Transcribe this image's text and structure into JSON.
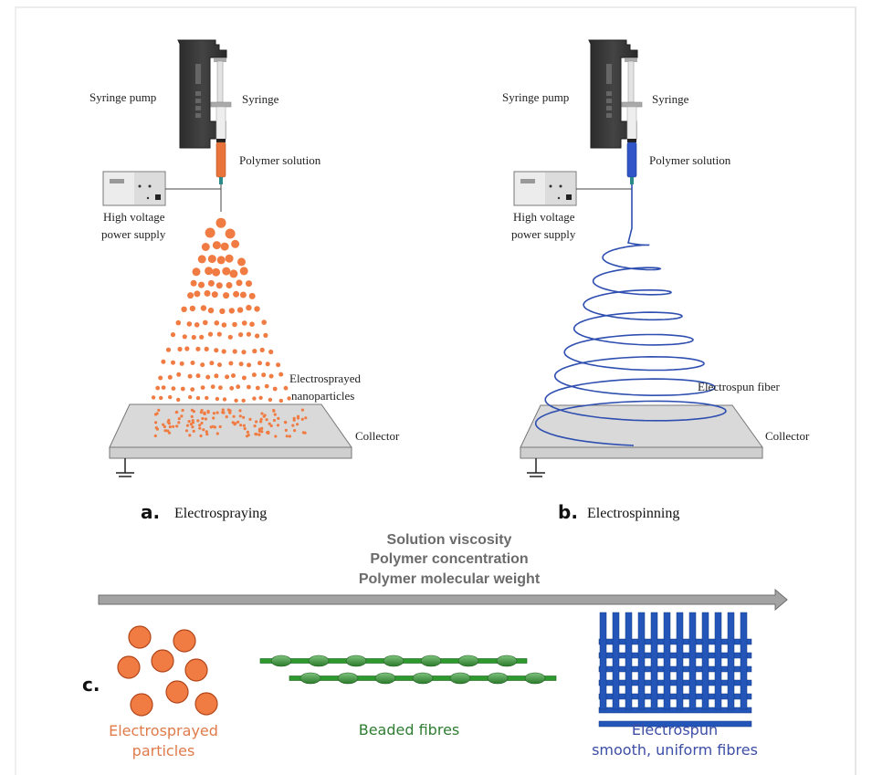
{
  "panel_a": {
    "letter": "a.",
    "title": "Electrospraying",
    "labels": {
      "syringe_pump": "Syringe pump",
      "syringe": "Syringe",
      "polymer_solution": "Polymer solution",
      "power_supply_line1": "High voltage",
      "power_supply_line2": "power supply",
      "output_line1": "Electrosprayed",
      "output_line2": "nanoparticles",
      "collector": "Collector"
    },
    "solution_color": "#e8743b"
  },
  "panel_b": {
    "letter": "b.",
    "title": "Electrospinning",
    "labels": {
      "syringe_pump": "Syringe pump",
      "syringe": "Syringe",
      "polymer_solution": "Polymer solution",
      "power_supply_line1": "High voltage",
      "power_supply_line2": "power supply",
      "output": "Electrospun fiber",
      "collector": "Collector"
    },
    "solution_color": "#2f55c8"
  },
  "arrow": {
    "factors": [
      "Solution viscosity",
      "Polymer concentration",
      "Polymer molecular weight"
    ],
    "direction": "increasing to the right"
  },
  "panel_c": {
    "letter": "c.",
    "items": [
      {
        "line1": "Electrosprayed",
        "line2": "particles",
        "color": "#e07b4a"
      },
      {
        "line1": "Beaded fibres",
        "line2": "",
        "color": "#2e7d32"
      },
      {
        "line1": "Electrospun",
        "line2": "smooth, uniform fibres",
        "color": "#3d4ea6"
      }
    ]
  },
  "colors": {
    "particle": "#f07c43",
    "particle_stroke": "#b2461a",
    "bead_fibre": "#2e9a2e",
    "mesh": "#2356b8",
    "collector": "#d9d9d9",
    "pump": "#3a3a3a",
    "arrow": "#9a9a9a"
  }
}
